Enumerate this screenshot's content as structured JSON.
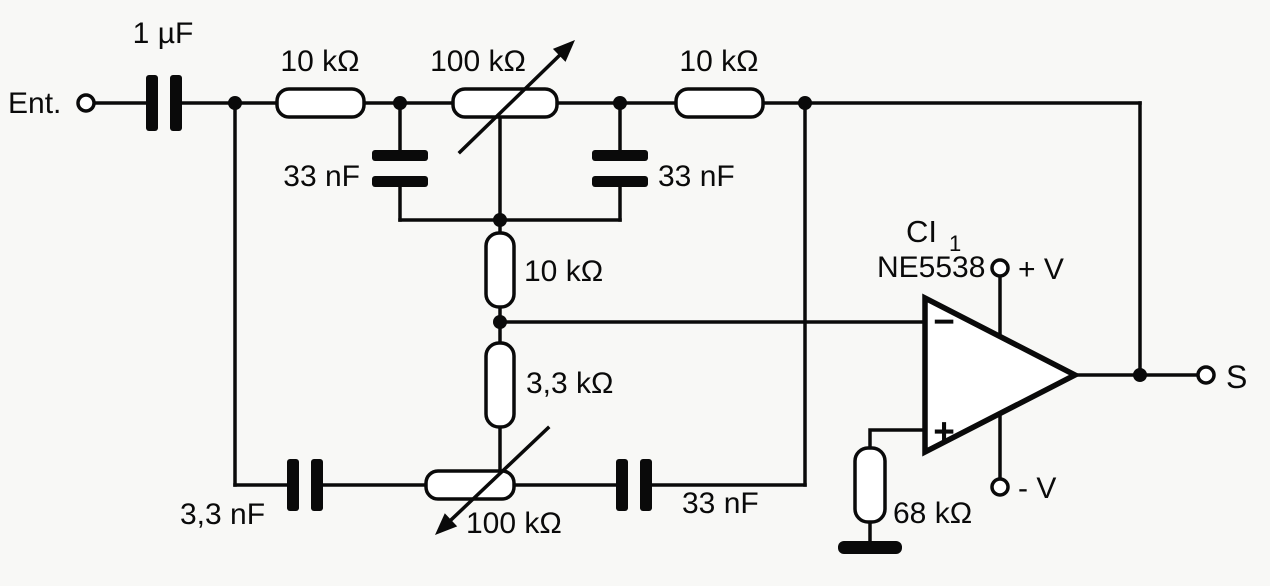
{
  "diagram": {
    "type": "circuit-schematic",
    "description": "Tunable active filter stage built around an NE5538 op-amp",
    "ink_color": "#0a0a0a",
    "background_color": "#f8f8f6"
  },
  "terminals": {
    "input_label": "Ent.",
    "output_label": "S"
  },
  "components": {
    "input_cap": "1 µF",
    "top_left_resistor": "10 kΩ",
    "top_pot": "100 kΩ",
    "top_right_resistor": "10 kΩ",
    "left_cap": "33 nF",
    "right_cap": "33 nF",
    "mid_resistor": "10 kΩ",
    "lower_mid_resistor": "3,3 kΩ",
    "bottom_left_cap": "3,3 nF",
    "bottom_pot": "100 kΩ",
    "bottom_right_cap": "33 nF",
    "ground_resistor": "68 kΩ"
  },
  "opamp": {
    "name": "CI",
    "name_sub": "1",
    "part": "NE5538",
    "plus_supply": "+ V",
    "minus_supply": "- V",
    "inverting_sign": "−",
    "noninverting_sign": "+"
  }
}
